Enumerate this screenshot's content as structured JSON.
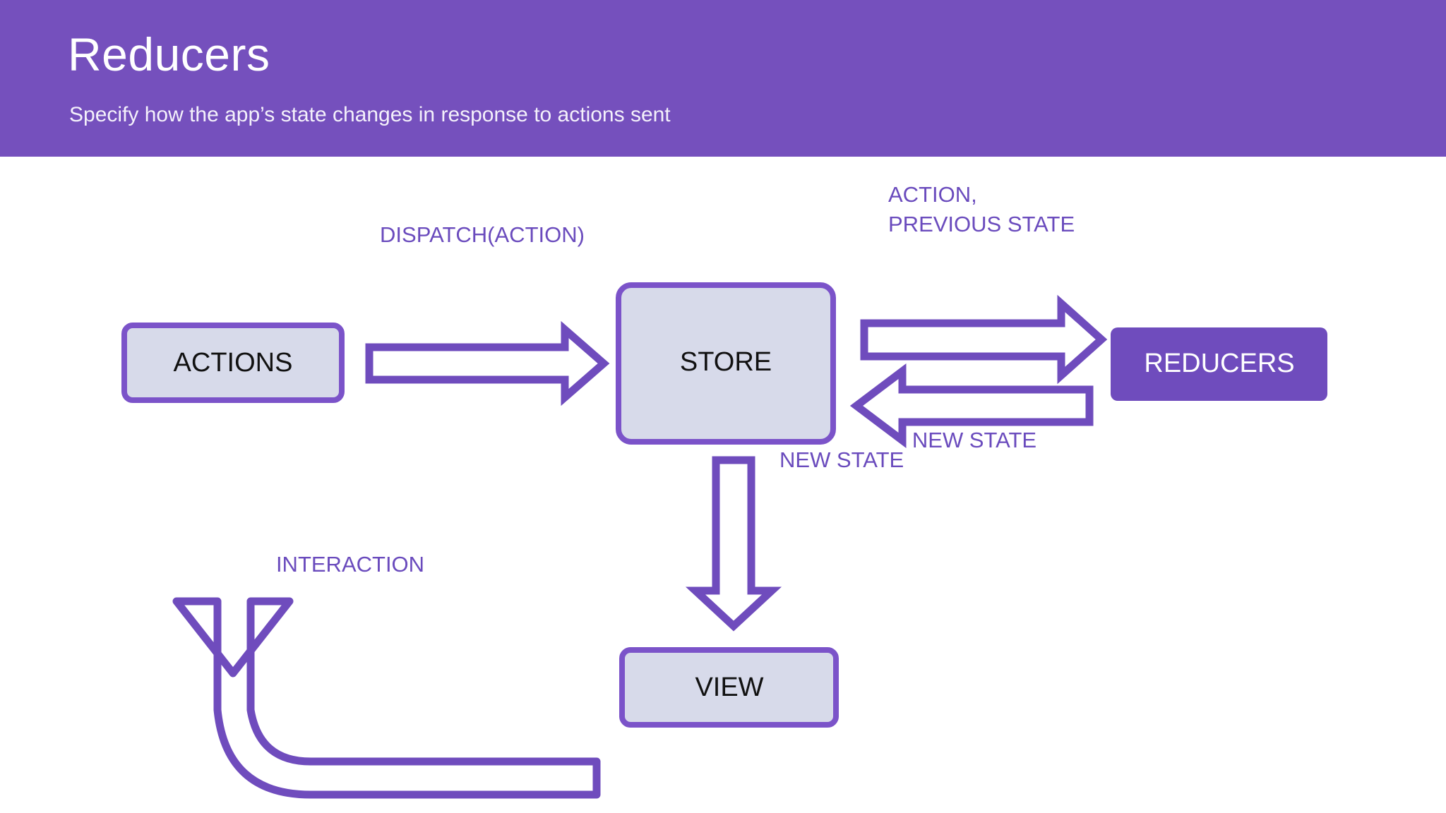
{
  "header": {
    "title": "Reducers",
    "subtitle": "Specify how the app’s state changes in response to actions sent",
    "background_color": "#7550bd",
    "title_color": "#ffffff"
  },
  "theme": {
    "accent_purple": "#6f4cbd",
    "node_fill": "#d7daea",
    "node_stroke": "#7b53c9",
    "node_text": "#111111",
    "filled_node_fill": "#6f4cbd",
    "filled_node_text": "#ffffff",
    "label_color": "#6a4bbd",
    "canvas_background": "#ffffff"
  },
  "diagram": {
    "type": "flow-diagram",
    "name": "redux-data-flow",
    "nodes": [
      {
        "id": "actions",
        "label": "ACTIONS",
        "style": "outlined"
      },
      {
        "id": "store",
        "label": "STORE",
        "style": "outlined"
      },
      {
        "id": "reducers",
        "label": "REDUCERS",
        "style": "filled"
      },
      {
        "id": "view",
        "label": "VIEW",
        "style": "outlined"
      }
    ],
    "edges": [
      {
        "id": "dispatch",
        "from": "actions",
        "to": "store",
        "label": "DISPATCH(ACTION)",
        "direction": "right"
      },
      {
        "id": "action-prev",
        "from": "store",
        "to": "reducers",
        "label": "ACTION,\nPREVIOUS STATE",
        "label_line1": "ACTION,",
        "label_line2": "PREVIOUS STATE",
        "direction": "right"
      },
      {
        "id": "new-state-back",
        "from": "reducers",
        "to": "store",
        "label": "NEW STATE",
        "direction": "left"
      },
      {
        "id": "new-state-view",
        "from": "store",
        "to": "view",
        "label": "NEW STATE",
        "direction": "down"
      },
      {
        "id": "interaction",
        "from": "view",
        "to": "actions",
        "label": "INTERACTION",
        "direction": "curved-up-left"
      }
    ]
  }
}
